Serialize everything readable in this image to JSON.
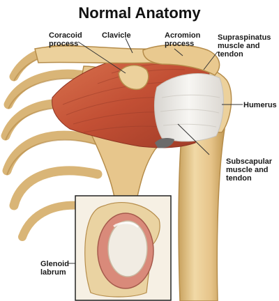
{
  "title": "Normal Anatomy",
  "labels": {
    "coracoid": "Coracoid\nprocess",
    "clavicle": "Clavicle",
    "acromion": "Acromion\nprocess",
    "supraspinatus": "Supraspinatus\nmuscle and\ntendon",
    "humerus": "Humerus",
    "subscapular": "Subscapular\nmuscle and\ntendon",
    "glenoid": "Glenoid\nlabrum"
  },
  "colors": {
    "bone": "#e9c98f",
    "bone_shadow": "#c9a25e",
    "muscle": "#c9573a",
    "tendon": "#ededea",
    "labrum": "#d98a7a"
  }
}
